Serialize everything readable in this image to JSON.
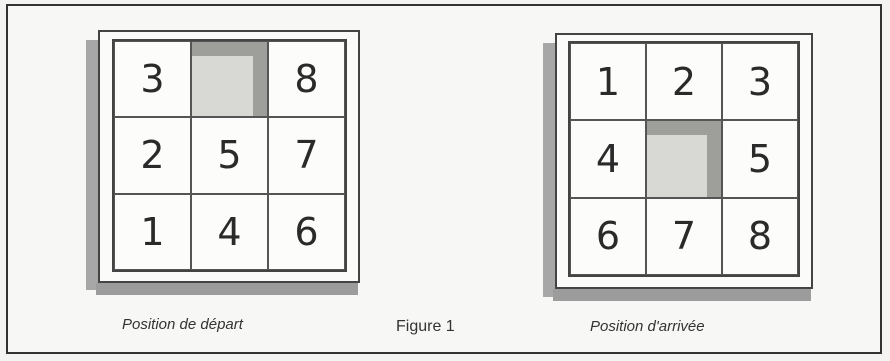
{
  "figure_label": "Figure 1",
  "boards": [
    {
      "caption": "Position de départ",
      "tiles": [
        "3",
        "",
        "8",
        "2",
        "5",
        "7",
        "1",
        "4",
        "6"
      ]
    },
    {
      "caption": "Position d'arrivée",
      "tiles": [
        "1",
        "2",
        "3",
        "4",
        "",
        "5",
        "6",
        "7",
        "8"
      ]
    }
  ]
}
